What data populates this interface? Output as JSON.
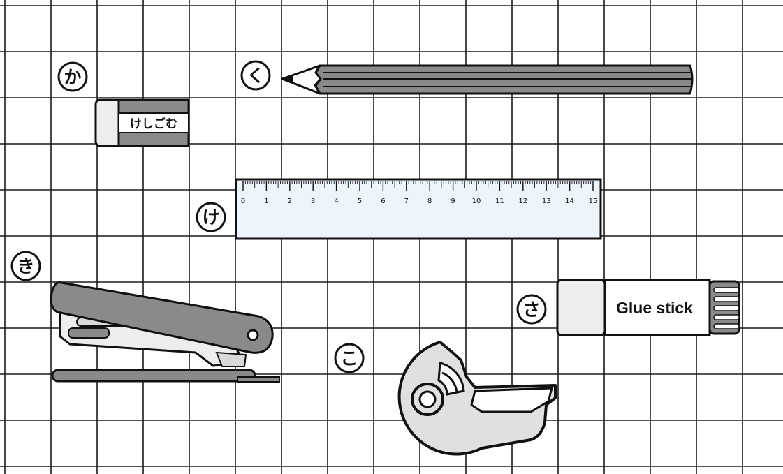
{
  "labels": {
    "ka": "か",
    "ku": "く",
    "ke": "け",
    "ki": "き",
    "ko": "こ",
    "sa": "さ"
  },
  "eraser": {
    "text": "けしごむ"
  },
  "ruler": {
    "numbers": [
      "0",
      "1",
      "2",
      "3",
      "4",
      "5",
      "6",
      "7",
      "8",
      "9",
      "10",
      "11",
      "12",
      "13",
      "14",
      "15"
    ]
  },
  "glue": {
    "text": "Glue stick"
  },
  "colors": {
    "grid": "#1a1a1a",
    "item_gray": "#8a8a8a",
    "light_gray": "#d9d9d9",
    "ruler_fill": "#eef4fb",
    "outline": "#111111"
  }
}
